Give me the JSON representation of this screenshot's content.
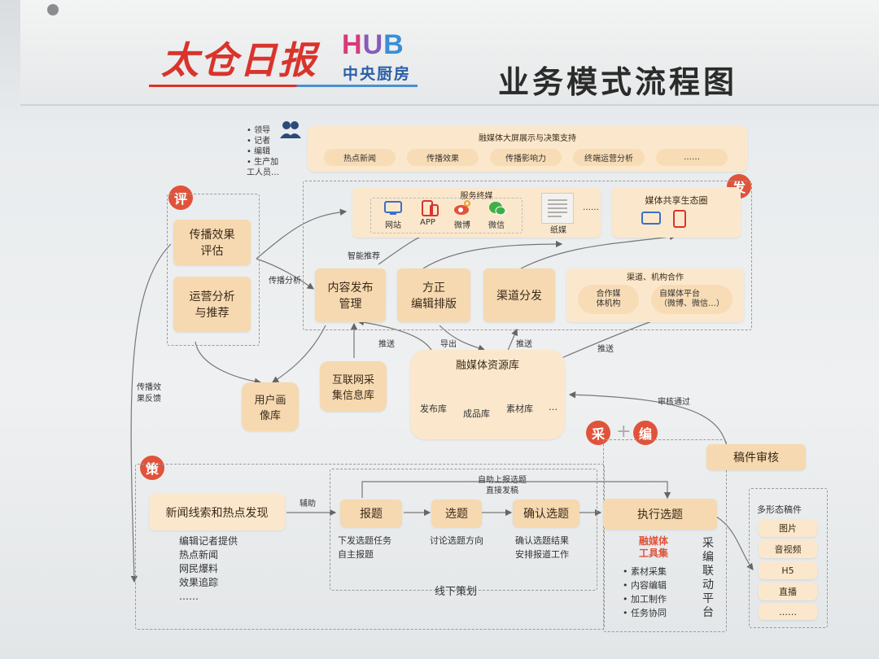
{
  "header": {
    "brand": "太仓日报",
    "hub_letters": [
      "H",
      "U",
      "B"
    ],
    "kitchen": "中央厨房",
    "title": "业务模式流程图"
  },
  "top": {
    "roles": [
      "• 领导",
      "• 记者",
      "• 编辑",
      "• 生产加",
      "  工人员…"
    ],
    "banner_title": "融媒体大屏展示与决策支持",
    "pills": [
      "热点新闻",
      "传播效果",
      "传播影响力",
      "终端运营分析",
      "……"
    ]
  },
  "tags": {
    "ping": "评",
    "fa": "发",
    "ce": "策",
    "cai": "采",
    "plus": "+",
    "bian": "编"
  },
  "eval": {
    "box1": "传播效果\n评估",
    "box2": "运营分析\n与推荐",
    "feedback": "传播效\n果反馈"
  },
  "service": {
    "title": "服务终媒",
    "items": [
      "网站",
      "APP",
      "微博",
      "微信"
    ],
    "paper": "纸媒",
    "more": "……",
    "share": "媒体共享生态圈"
  },
  "publish": {
    "content": "内容发布\n管理",
    "founder": "方正\n编辑排版",
    "channel": "渠道分发",
    "coop_title": "渠道、机构合作",
    "coop1": "合作媒\n体机构",
    "coop2": "自媒体平台\n（微博、微信…）"
  },
  "edges": {
    "smart": "智能推荐",
    "analysis": "传播分析",
    "push1": "推送",
    "export": "导出",
    "push2": "推送",
    "push3": "推送",
    "review_pass": "审核通过",
    "assist": "辅助",
    "auto": "自助上报选题",
    "direct": "直接发稿"
  },
  "storage": {
    "user": "用户画\n像库",
    "web": "互联网采\n集信息库",
    "res_title": "融媒体资源库",
    "res1": "发布库",
    "res2": "成品库",
    "res3": "素材库",
    "res4": "…"
  },
  "plan": {
    "discover": "新闻线索和热点发现",
    "sources": [
      "编辑记者提供",
      "热点新闻",
      "网民爆料",
      "效果追踪",
      "……"
    ],
    "report": "报题",
    "report_sub": "下发选题任务\n自主报题",
    "topic": "选题",
    "topic_sub": "讨论选题方向",
    "confirm": "确认选题",
    "confirm_sub": "确认选题结果\n安排报道工作",
    "offline": "线下策划"
  },
  "exec": {
    "execute": "执行选题",
    "tool": "融媒体\n工具集",
    "tasks": [
      "• 素材采集",
      "• 内容编辑",
      "• 加工制作",
      "• 任务协同"
    ],
    "platform": "采\n编\n联\n动\n平\n台",
    "review": "稿件审核",
    "multi_title": "多形态稿件",
    "multi": [
      "图片",
      "音视频",
      "H5",
      "直播",
      "……"
    ]
  },
  "colors": {
    "accent": "#e0533a",
    "box": "#f6d9b0"
  }
}
